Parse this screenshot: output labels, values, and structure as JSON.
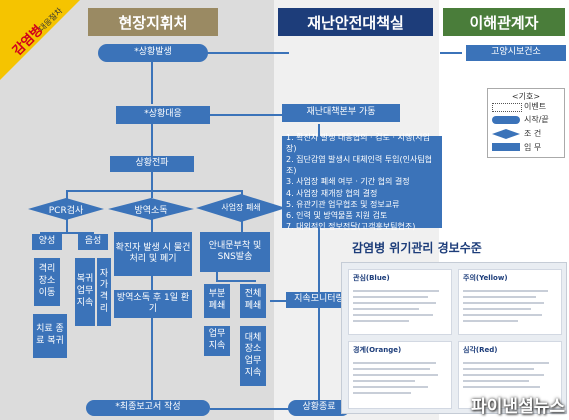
{
  "headers": {
    "left": "현장지휘처",
    "mid": "재난안전대책실",
    "right": "이해관계자"
  },
  "badge": {
    "main": "감염병",
    "sub": "대응절차"
  },
  "nodes": {
    "event_occur": "*상황발생",
    "response": "*상황대응",
    "propagate": "상황전파",
    "pcr": "PCR검사",
    "disinfect": "방역소독",
    "worksite_close": "사업장 폐쇄",
    "positive": "양성",
    "negative": "음성",
    "isolate": "격리 장소 이동",
    "return_work": "복귀 업무 지속",
    "self_isolate": "자가 격리",
    "treat_return": "치료 종료 복귀",
    "patient_items": "확진자 발생 시 물건 처리 및 폐기",
    "ventilate": "방역소독 후 1일 환기",
    "notice_sns": "안내문부착 및 SNS발송",
    "partial_close": "부분 폐쇄",
    "full_close": "전체 폐쇄",
    "continue_work": "업무 지속",
    "alt_work": "대체 장소 업무 지속",
    "final_report": "*최종보고서 작성",
    "hq_operate": "재난대책본부 가동",
    "monitoring": "지속모니터링",
    "situation_end": "상황종료",
    "goyang": "고양시보건소"
  },
  "hq_tasks": [
    "1. 확진자 발생 대응협의 · 검토 · 시행(사업장)",
    "2. 집단감염 발생시 대체인력 투입(인사팀협조)",
    "3. 사업장 폐쇄 여부 · 기간 협의 결정",
    "4. 사업장 재개장 협의 결정",
    "5. 유관기관 업무협조 및 정보교류",
    "6. 인력 및 방역물품 지원 검토",
    "7. 대외적인 정보전달(고객홍보팀협조)"
  ],
  "legend": {
    "title": "<기호>",
    "items": [
      "이벤트",
      "시작/끝",
      "조 건",
      "임 무"
    ]
  },
  "warning": {
    "title": "감염병 위기관리 경보수준",
    "levels": [
      "관심(Blue)",
      "주의(Yellow)",
      "경계(Orange)",
      "심각(Red)"
    ]
  },
  "watermark": "파이낸셜뉴스",
  "colors": {
    "primary_blue": "#3b73b9",
    "header_brown": "#9a8a63",
    "header_navy": "#1d3d7a",
    "header_green": "#4a7d3a",
    "badge_yellow": "#f5c400"
  }
}
